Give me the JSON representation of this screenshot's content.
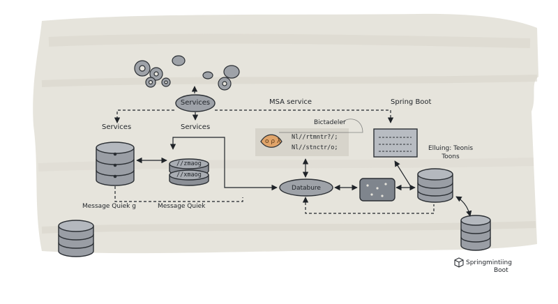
{
  "labels": {
    "services_node": "Services",
    "services_left": "Services",
    "services_mid": "Services",
    "msa_service": "MSA service",
    "spring_boot": "Spring Boot",
    "bictadeler": "Bictadeler",
    "code_line1": "Nl//rtmntr?/;",
    "code_line2": "Nl//stnctr/o;",
    "elluing_line1": "Elluing: Teonis",
    "elluing_line2": "Toons",
    "queue_top": "//zmaog",
    "queue_bottom": "//xmaog",
    "database": "Databure",
    "message_quiek_g": "Message Quiek g",
    "message_quiek": "Message Quiek",
    "springminting_line1": "Springmintiing",
    "springminting_line2": "Boot",
    "lens_text": "o ρ λ"
  },
  "colors": {
    "paper": "#e6e4dc",
    "ink": "#1f2328",
    "node_fill": "#a9adb3",
    "node_dark": "#8c9097",
    "accent_orange": "#e0a46a"
  },
  "icons": [
    "gear-icon",
    "cloud-icon",
    "database-icon",
    "queue-icon",
    "lens-icon",
    "list-panel-icon",
    "cube-icon"
  ]
}
